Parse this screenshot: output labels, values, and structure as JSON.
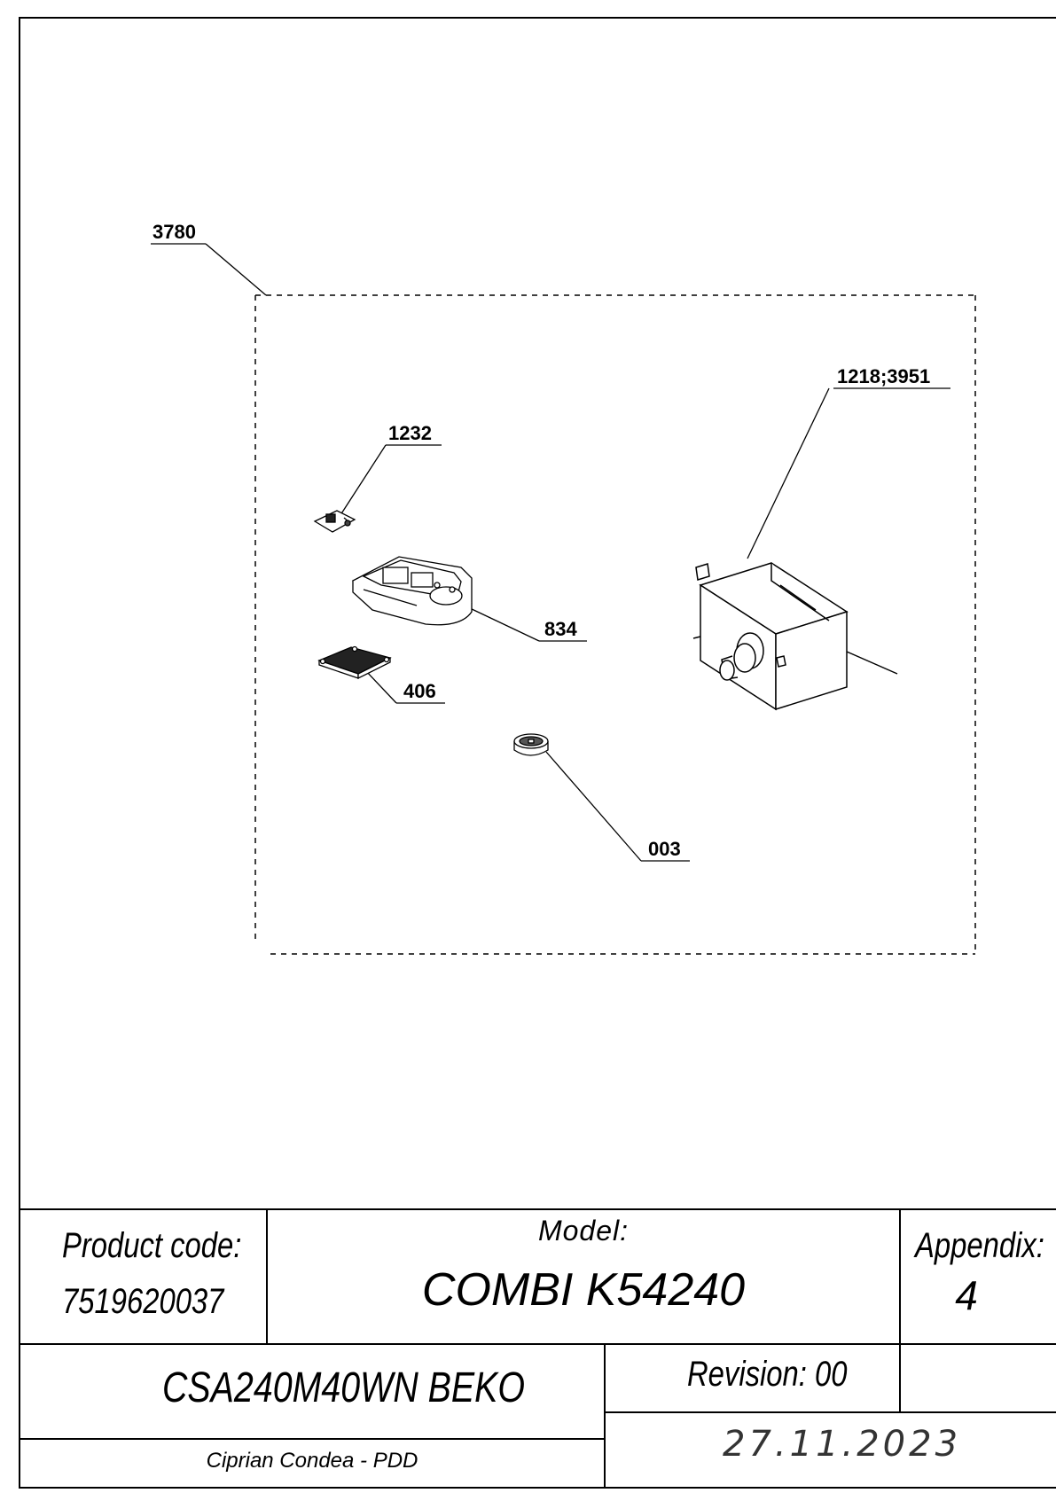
{
  "callouts": {
    "assembly": "3780",
    "thermostat": "1218;3951",
    "switch": "1232",
    "lamp_housing": "834",
    "cover": "406",
    "knob": "003"
  },
  "title_block": {
    "product_code_label": "Product code:",
    "product_code": "7519620037",
    "model_label": "Model:",
    "model": "COMBI K54240",
    "appendix_label": "Appendix:",
    "appendix": "4",
    "variant": "CSA240M40WN BEKO",
    "revision": "Revision: 00",
    "author": "Ciprian Condea - PDD",
    "date": "27.11.2023"
  }
}
